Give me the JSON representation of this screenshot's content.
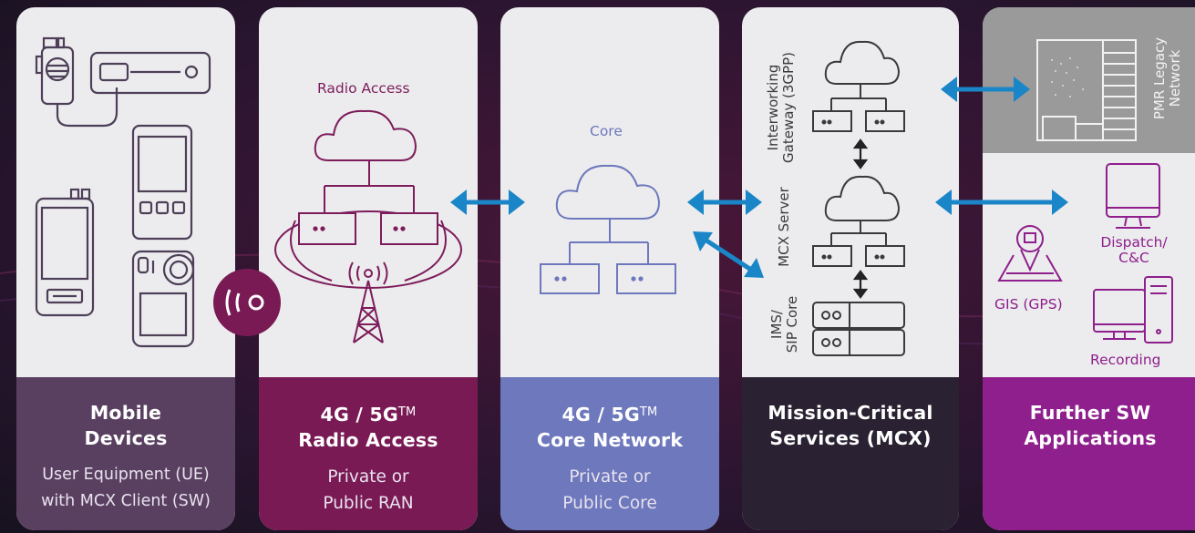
{
  "panels": {
    "mobile": {
      "title_line1": "Mobile",
      "title_line2": "Devices",
      "sub_line1": "User Equipment (UE)",
      "sub_line2": "with MCX Client (SW)",
      "footer_color": "#5a4060"
    },
    "radio": {
      "label": "Radio Access",
      "title_line1": "4G / 5G",
      "title_sup": "TM",
      "title_line2": "Radio Access",
      "sub_line1": "Private or",
      "sub_line2": "Public RAN",
      "footer_color": "#7a1a55"
    },
    "core": {
      "label": "Core",
      "title_line1": "4G / 5G",
      "title_sup": "TM",
      "title_line2": "Core Network",
      "sub_line1": "Private or",
      "sub_line2": "Public Core",
      "footer_color": "#6d78bd"
    },
    "mcx": {
      "label_gateway_line1": "Interworking",
      "label_gateway_line2": "Gateway (3GPP)",
      "label_server": "MCX Server",
      "label_ims_line1": "IMS/",
      "label_ims_line2": "SIP Core",
      "title_line1": "Mission-Critical",
      "title_line2": "Services (MCX)",
      "footer_color": "#2a2232"
    },
    "apps": {
      "label_pmr_line1": "PMR Legacy",
      "label_pmr_line2": "Network",
      "label_dispatch_line1": "Dispatch/",
      "label_dispatch_line2": "C&C",
      "label_gis": "GIS (GPS)",
      "label_recording": "Recording",
      "title_line1": "Further SW",
      "title_line2": "Applications",
      "footer_color": "#8e1f8c"
    }
  },
  "colors": {
    "arrow": "#1a86c8",
    "radio_accent": "#7d1c5a",
    "core_accent": "#6d78bd",
    "apps_accent": "#8e1f8c",
    "icon_dark": "#3a3a3a",
    "mobile_icon": "#4d3f58"
  }
}
